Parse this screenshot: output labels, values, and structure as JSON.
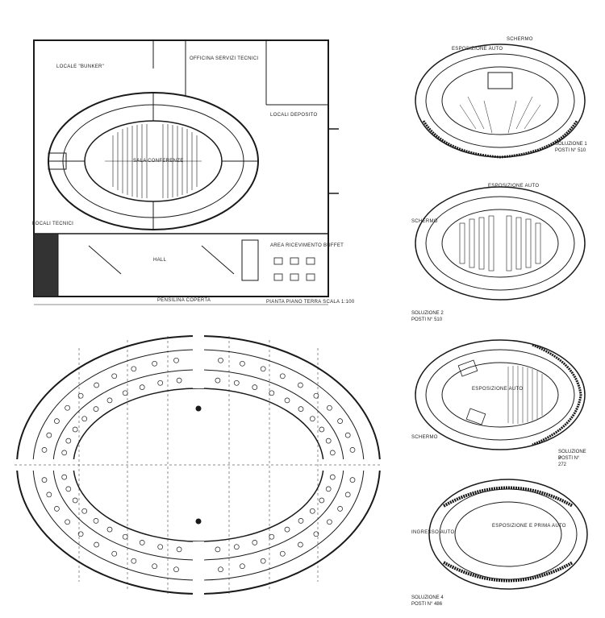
{
  "main_plan": {
    "labels": {
      "locale_bunker": "LOCALE \"BUNKER\"",
      "officina": "OFFICINA SERVIZI TECNICI",
      "locali_deposito": "LOCALI DEPOSITO",
      "sala_conferenze": "SALA CONFERENZE",
      "area_ricevimento": "AREA RICEVIMENTO BUFFET",
      "hall": "HALL",
      "pensilina": "PENSILINA COPERTA",
      "locali_tecnici": "LOCALI TECNICI",
      "caption": "PIANTA PIANO TERRA scala 1:100"
    }
  },
  "solutions": [
    {
      "title": "SOLUZIONE 1",
      "seats": "POSTI N° 510",
      "labels": [
        "ESPOSIZIONE AUTO",
        "SCHERMO"
      ]
    },
    {
      "title": "SOLUZIONE 2",
      "seats": "POSTI N° 510",
      "labels": [
        "ESPOSIZIONE AUTO",
        "SCHERMO"
      ]
    },
    {
      "title": "SOLUZIONE 3",
      "seats": "POSTI N° 272",
      "labels": [
        "ESPOSIZIONE AUTO",
        "SCHERMO"
      ]
    },
    {
      "title": "SOLUZIONE 4",
      "seats": "POSTI N° 486",
      "labels": [
        "ESPOSIZIONE E PRIMA AUTO",
        "INGRESSO AUTO"
      ]
    }
  ],
  "colors": {
    "ink": "#1a1a1a",
    "paper": "#ffffff"
  }
}
